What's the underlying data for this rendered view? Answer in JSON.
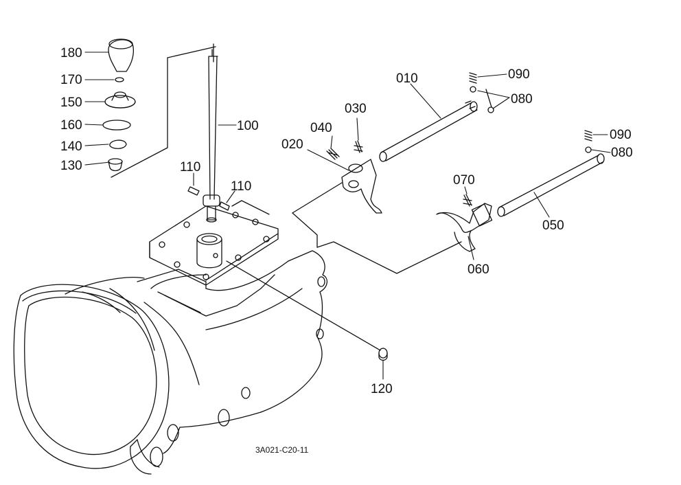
{
  "labels": {
    "p180": "180",
    "p170": "170",
    "p150": "150",
    "p160": "160",
    "p140": "140",
    "p130": "130",
    "p100": "100",
    "p110a": "110",
    "p110b": "110",
    "p010": "010",
    "p090a": "090",
    "p080a": "080",
    "p030": "030",
    "p040": "040",
    "p020": "020",
    "p090b": "090",
    "p080b": "080",
    "p070": "070",
    "p050": "050",
    "p060": "060",
    "p120": "120"
  },
  "drawing_code": "3A021-C20-11",
  "colors": {
    "ink": "#111111",
    "paper": "#ffffff"
  }
}
